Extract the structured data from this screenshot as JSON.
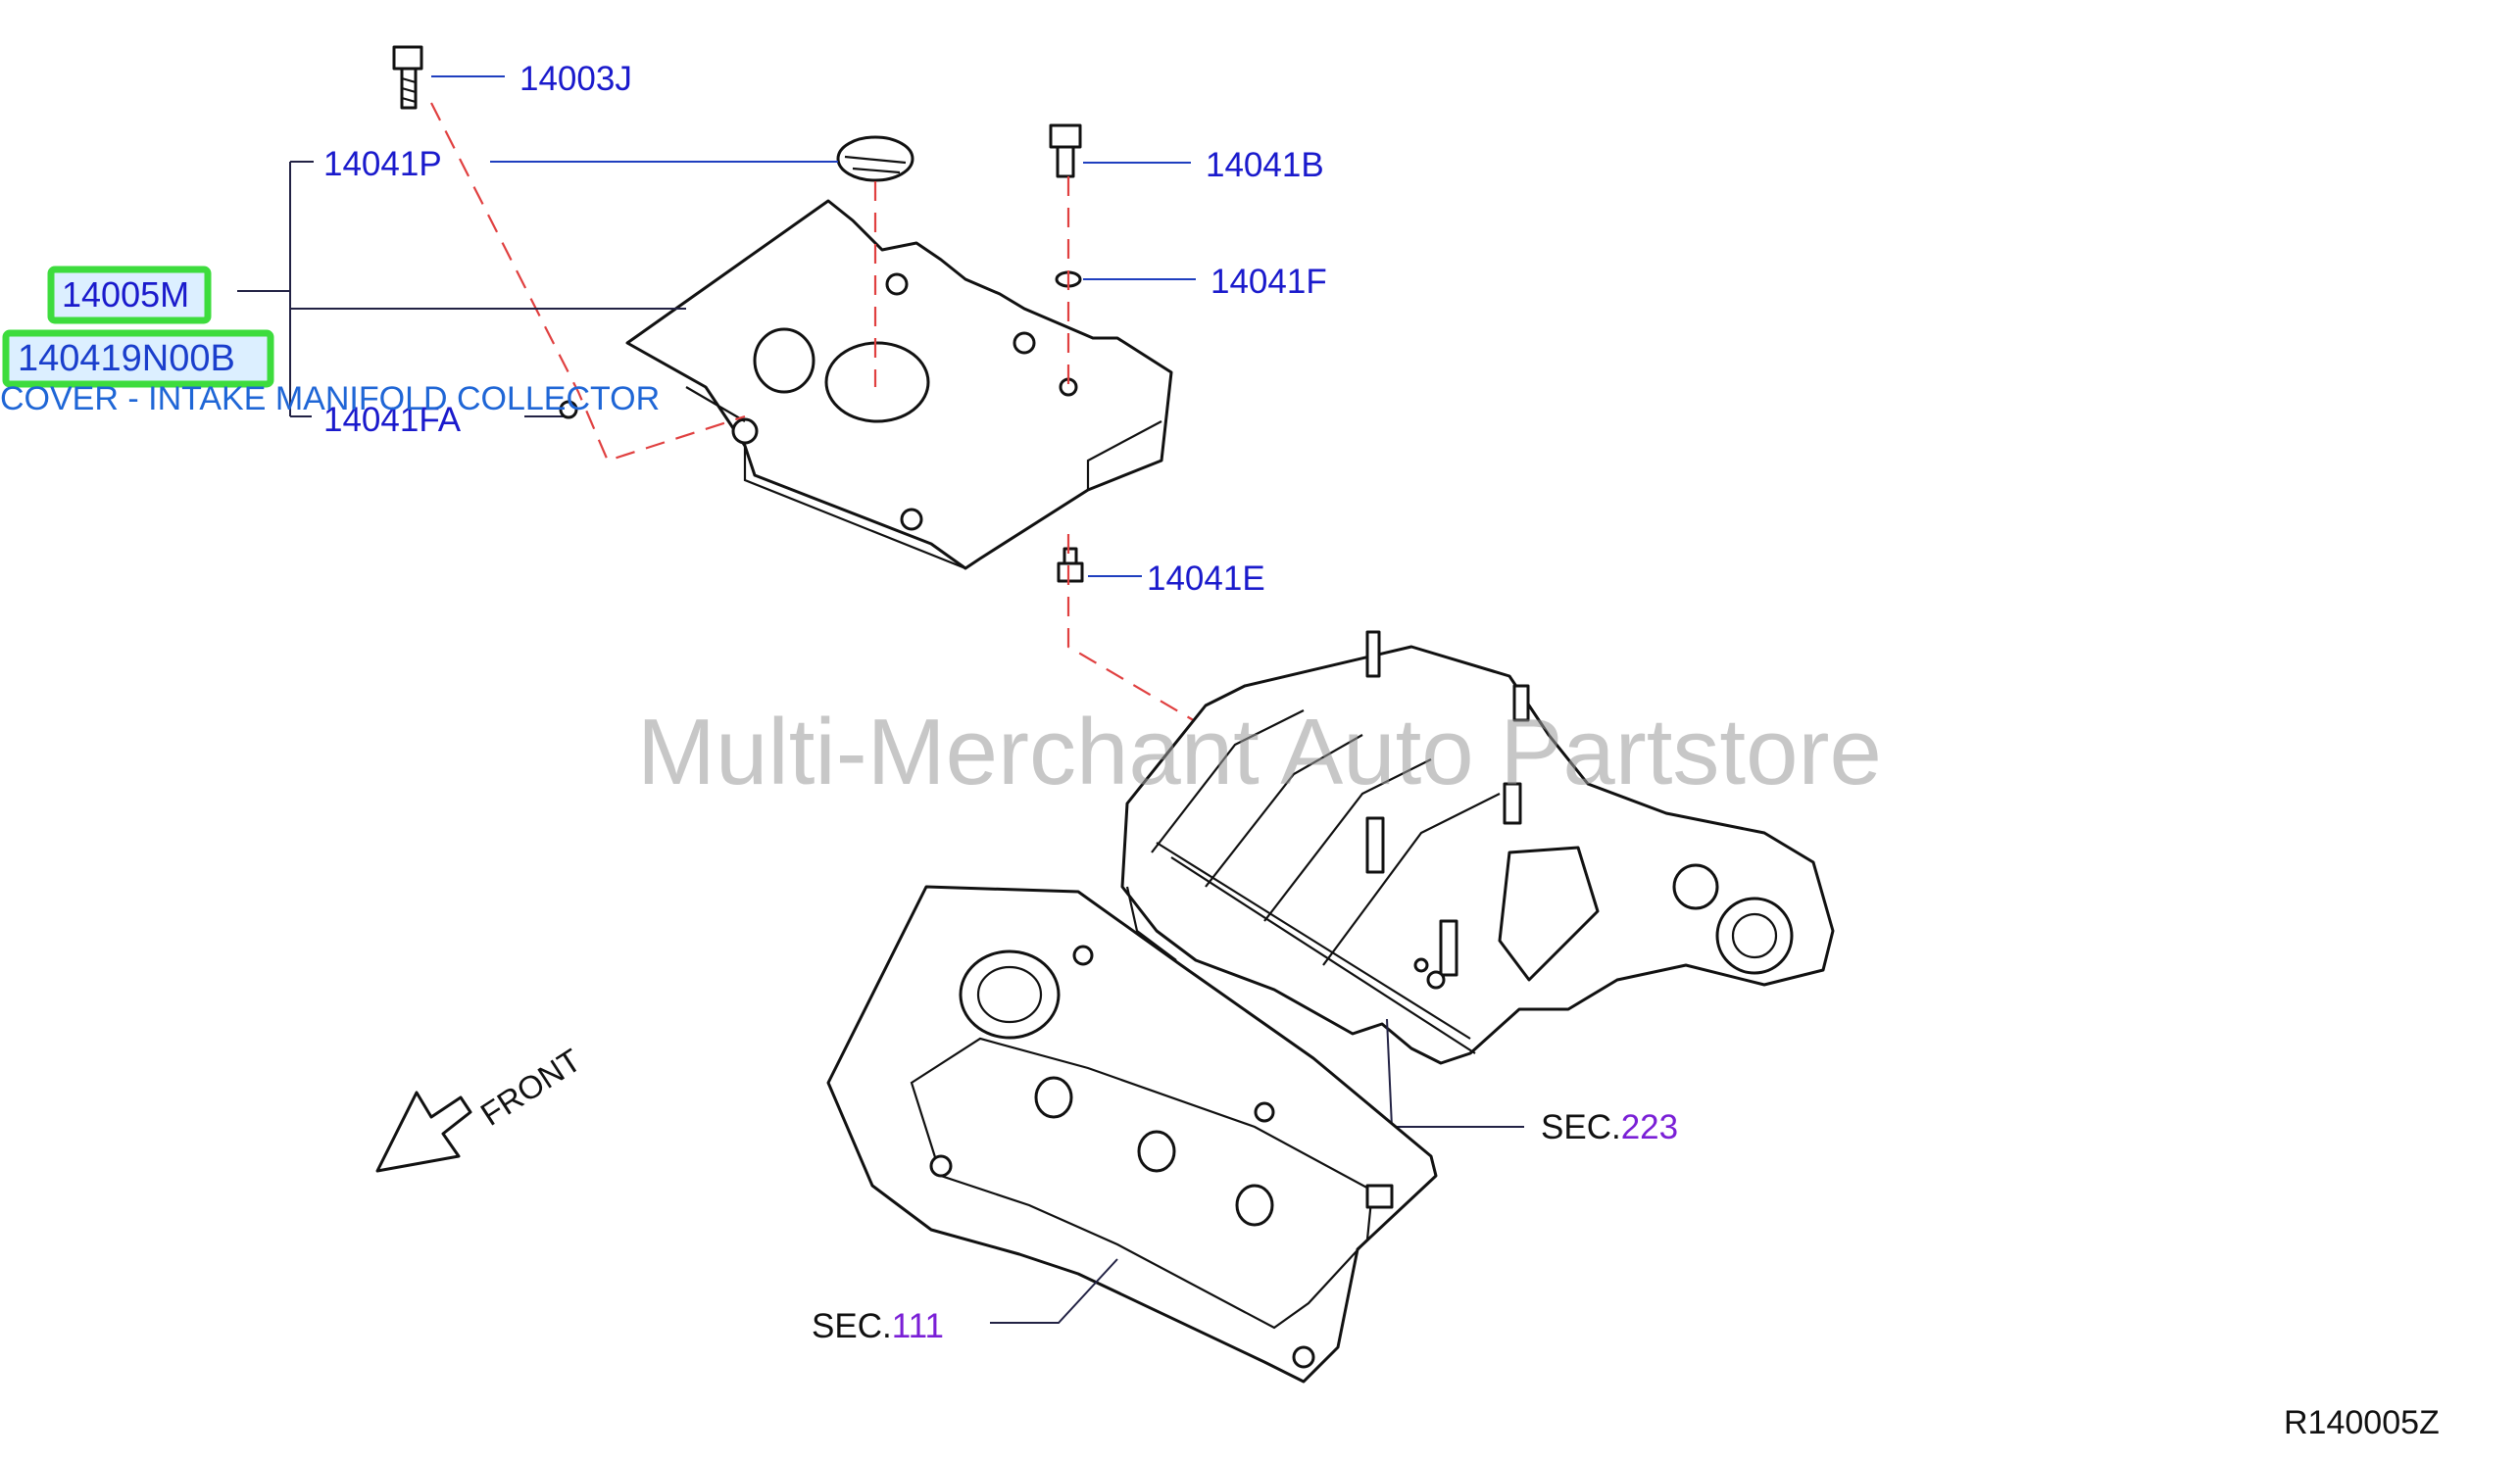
{
  "parts": {
    "p14003J": "14003J",
    "p14041P": "14041P",
    "p14041B": "14041B",
    "p14041F": "14041F",
    "p14005M": "14005M",
    "p140419N00B": "140419N00B",
    "p14041FA": "14041FA",
    "p14041E": "14041E"
  },
  "description": "COVER - INTAKE MANIFOLD COLLECTOR",
  "sections": {
    "sec223_prefix": "SEC.",
    "sec223_num": "223",
    "sec111_prefix": "SEC.",
    "sec111_num": "111"
  },
  "direction_label": "FRONT",
  "watermark": "Multi-Merchant Auto Partstore",
  "diagram_code": "R140005Z",
  "colors": {
    "label_blue": "#1a1acc",
    "highlight_green": "#3ddc3d",
    "highlight_fill": "#dcefff",
    "section_purple": "#7a1fd6",
    "leader_dash_red": "#e04040"
  }
}
